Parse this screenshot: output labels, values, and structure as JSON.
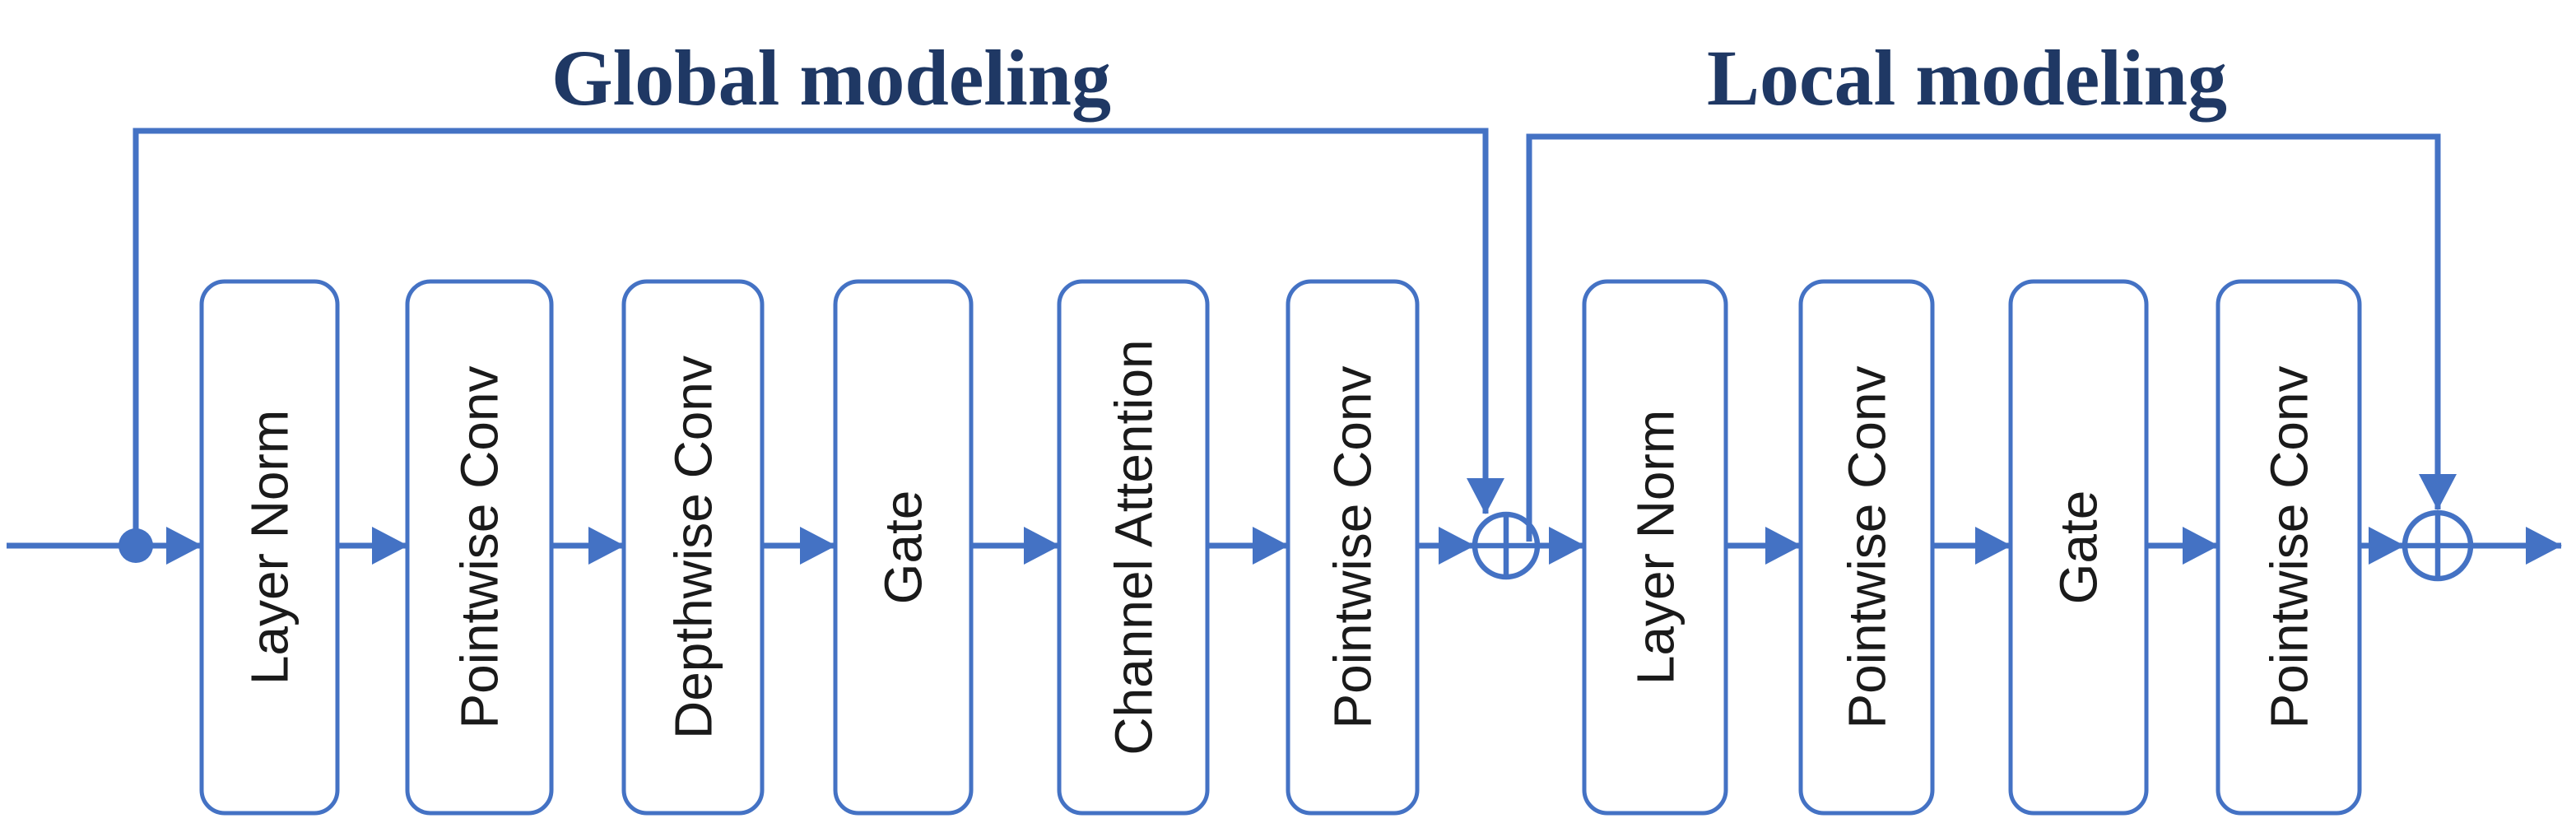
{
  "diagram": {
    "type": "block-diagram",
    "groups": [
      {
        "title": "Global modeling",
        "blocks": [
          "Layer Norm",
          "Pointwise Conv",
          "Depthwise Conv",
          "Gate",
          "Channel Attention",
          "Pointwise Conv"
        ]
      },
      {
        "title": "Local modeling",
        "blocks": [
          "Layer Norm",
          "Pointwise Conv",
          "Gate",
          "Pointwise Conv"
        ]
      }
    ],
    "operators": [
      {
        "symbol": "⊕",
        "name": "add",
        "position": "after Global modeling blocks"
      },
      {
        "symbol": "⊕",
        "name": "add",
        "position": "after Local modeling blocks"
      }
    ],
    "skip_connections": [
      {
        "from": "input branch dot",
        "to": "first add operator"
      },
      {
        "from": "after first add operator",
        "to": "second add operator"
      }
    ],
    "colors": {
      "line": "#4472C4",
      "title_text": "#1F3864",
      "block_text": "#1A1A1A",
      "block_fill": "#FFFFFF",
      "background": "#FFFFFF"
    }
  }
}
